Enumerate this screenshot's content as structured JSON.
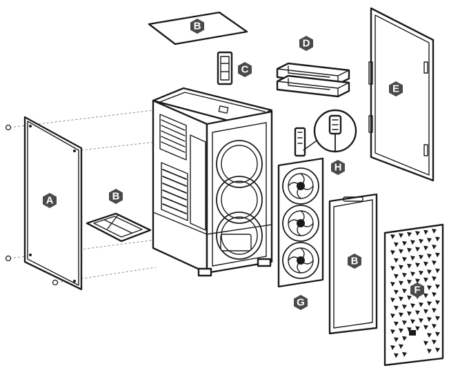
{
  "colors": {
    "line": "#1a1a1a",
    "marker_fill": "#4a4a4a",
    "marker_text": "#ffffff",
    "background": "#ffffff"
  },
  "markers": {
    "top_panel": "B",
    "left_panel": "A",
    "bottom_filter": "B",
    "ssd_bracket": "C",
    "drive_cages": "D",
    "right_panel": "E",
    "front_panel": "F",
    "fans": "G",
    "fan_hub": "H",
    "front_filter": "B"
  }
}
